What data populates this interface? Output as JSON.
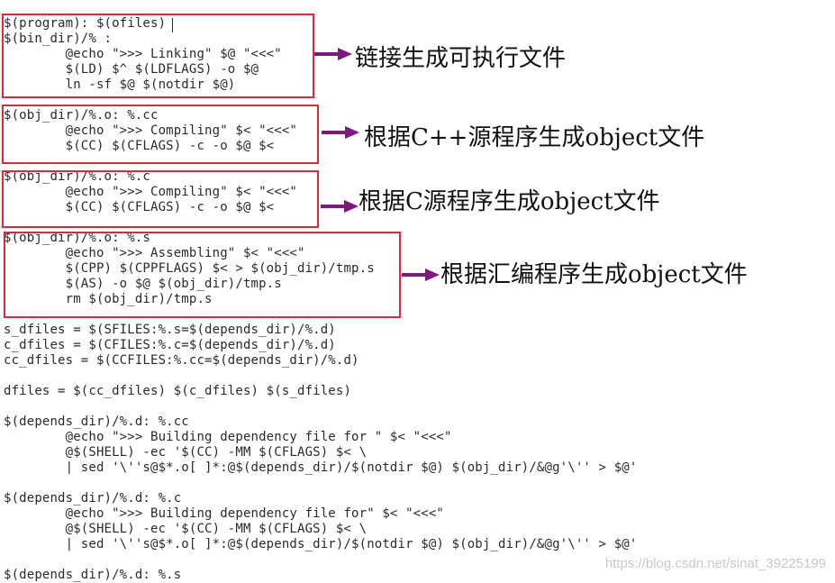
{
  "top_fragment": "                          ",
  "code_lines": [
    "$(program): $(ofiles)",
    "$(bin_dir)/% :",
    "        @echo \">>> Linking\" $@ \"<<<\"",
    "        $(LD) $^ $(LDFLAGS) -o $@",
    "        ln -sf $@ $(notdir $@)",
    "",
    "$(obj_dir)/%.o: %.cc",
    "        @echo \">>> Compiling\" $< \"<<<\"",
    "        $(CC) $(CFLAGS) -c -o $@ $<",
    "",
    "$(obj_dir)/%.o: %.c",
    "        @echo \">>> Compiling\" $< \"<<<\"",
    "        $(CC) $(CFLAGS) -c -o $@ $<",
    "",
    "$(obj_dir)/%.o: %.s",
    "        @echo \">>> Assembling\" $< \"<<<\"",
    "        $(CPP) $(CPPFLAGS) $< > $(obj_dir)/tmp.s",
    "        $(AS) -o $@ $(obj_dir)/tmp.s",
    "        rm $(obj_dir)/tmp.s",
    "",
    "s_dfiles = $(SFILES:%.s=$(depends_dir)/%.d)",
    "c_dfiles = $(CFILES:%.c=$(depends_dir)/%.d)",
    "cc_dfiles = $(CCFILES:%.cc=$(depends_dir)/%.d)",
    "",
    "dfiles = $(cc_dfiles) $(c_dfiles) $(s_dfiles)",
    "",
    "$(depends_dir)/%.d: %.cc",
    "        @echo \">>> Building dependency file for \" $< \"<<<\"",
    "        @$(SHELL) -ec '$(CC) -MM $(CFLAGS) $< \\",
    "        | sed '\\''s@$*.o[ ]*:@$(depends_dir)/$(notdir $@) $(obj_dir)/&@g'\\'' > $@'",
    "",
    "$(depends_dir)/%.d: %.c",
    "        @echo \">>> Building dependency file for\" $< \"<<<\"",
    "        @$(SHELL) -ec '$(CC) -MM $(CFLAGS) $< \\",
    "        | sed '\\''s@$*.o[ ]*:@$(depends_dir)/$(notdir $@) $(obj_dir)/&@g'\\'' > $@'",
    "",
    "$(depends_dir)/%.d: %.s"
  ],
  "annotations": {
    "link": "链接生成可执行文件",
    "cpp": "根据C++源程序生成object文件",
    "c": "根据C源程序生成object文件",
    "asm": "根据汇编程序生成object文件"
  },
  "watermark": "https://blog.csdn.net/sinat_39225199",
  "colors": {
    "box_border": "#e0283a",
    "arrow": "#7b1a7b",
    "code_text": "#2a2a2a"
  }
}
